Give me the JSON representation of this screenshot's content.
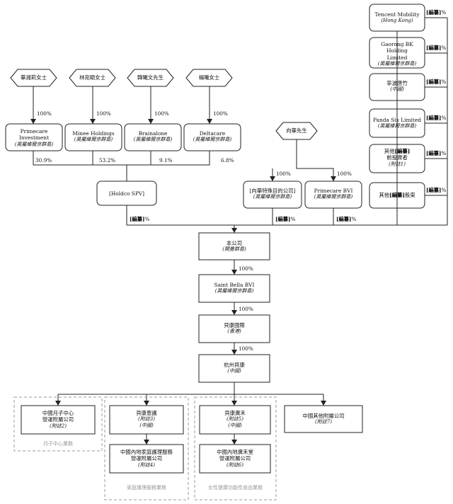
{
  "shareholders": [
    {
      "name": "華湘莉女士"
    },
    {
      "name": "林宛頤女士"
    },
    {
      "name": "韓曦文先生"
    },
    {
      "name": "楊曦女士"
    },
    {
      "name": "向華先生"
    }
  ],
  "holding_companies": [
    {
      "name": "Primecare Investment",
      "jurisdiction": "(英屬維爾京群島)"
    },
    {
      "name": "Minee Holdings",
      "jurisdiction": "(英屬維爾京群島)"
    },
    {
      "name": "Brainalone",
      "jurisdiction": "(英屬維爾京群島)"
    },
    {
      "name": "Deltacare",
      "jurisdiction": "(英屬維爾京群島)"
    },
    {
      "name": "[向華特殊目的公司]",
      "jurisdiction": "(英屬維爾京群島)"
    },
    {
      "name": "Primecare BVI",
      "jurisdiction": "(英屬維爾京群島)"
    }
  ],
  "holdco": {
    "name": "[Holdco SPV]"
  },
  "investors": [
    {
      "name": "Tencent Mobility",
      "jurisdiction": "(Hong Kong)"
    },
    {
      "name": "Gaorong BK Holding Limited",
      "jurisdiction": "(英屬維爾京群島)"
    },
    {
      "name": "寧波唐竹",
      "jurisdiction": "(中國)"
    },
    {
      "name": "Panda Six Limited",
      "jurisdiction": "(英屬維爾京群島)"
    },
    {
      "name_pre": "其他",
      "name_bold": "[編纂]",
      "name_line2": "前投資者",
      "note": "(附註1)"
    },
    {
      "name_pre": "其他",
      "name_bold": "[編纂]",
      "name_post": "股東"
    }
  ],
  "chain": [
    {
      "name": "本公司",
      "jurisdiction": "(開曼群島)"
    },
    {
      "name": "Saint Bella BVI",
      "jurisdiction": "(英屬維爾京群島)"
    },
    {
      "name": "貝康國際",
      "jurisdiction": "(香港)"
    },
    {
      "name": "杭州貝康",
      "jurisdiction": "(中國)"
    }
  ],
  "subsidiaries": [
    {
      "name1": "中國月子中心",
      "name2": "營運附屬公司",
      "note": "(附註2)"
    },
    {
      "name1": "貝康恩護",
      "note": "(附註3)",
      "sub": "(中國)"
    },
    {
      "name1": "中國內地家庭護理服務",
      "name2": "營運附屬公司",
      "note": "(附註4)"
    },
    {
      "name1": "貝康廣禾",
      "note": "(附註5)",
      "sub": "(中國)"
    },
    {
      "name1": "中國內地廣禾堂",
      "name2": "營運附屬公司",
      "note": "(附註6)"
    },
    {
      "name1": "中國其他附屬公司",
      "note": "(附註7)"
    }
  ],
  "groups": [
    {
      "label": "月子中心業務"
    },
    {
      "label": "家庭護理服務業務"
    },
    {
      "label": "女性健康功能性食品業務"
    }
  ],
  "pct": {
    "p100": "100%",
    "primecare_share": "30.9%",
    "minee_share": "53.2%",
    "brainalone_share": "9.1%",
    "deltacare_share": "6.8%",
    "redacted": "[編纂]",
    "percent_sign": "%"
  }
}
